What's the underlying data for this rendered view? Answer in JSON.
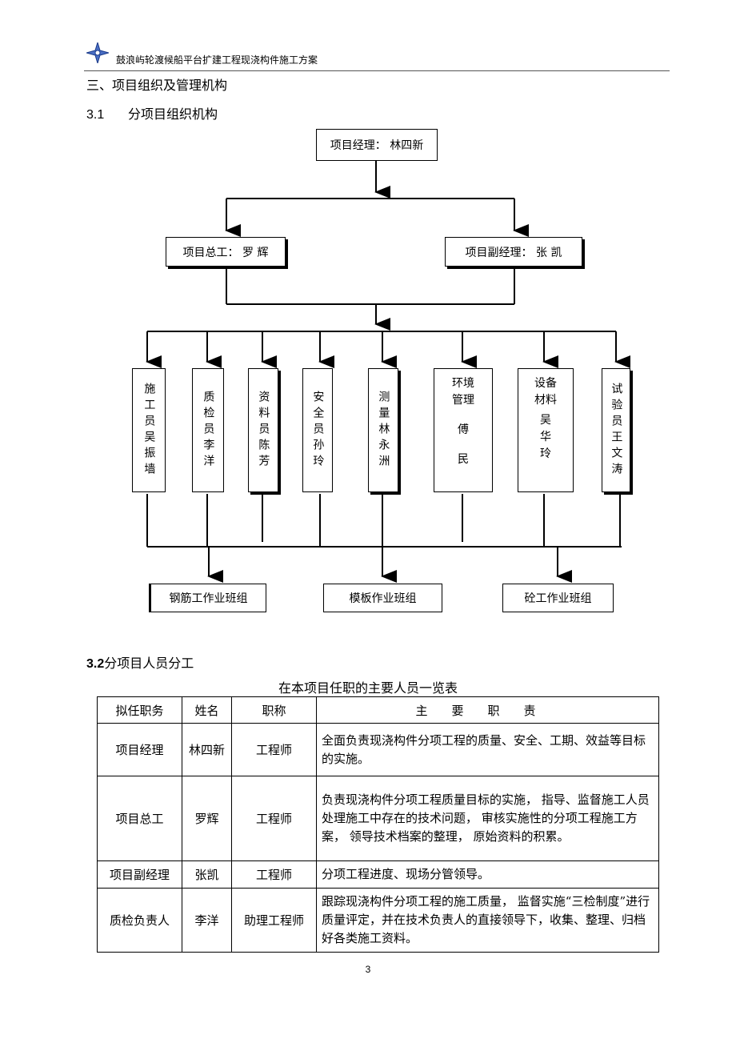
{
  "header": {
    "title": "鼓浪屿轮渡候船平台扩建工程现浇构件施工方案",
    "logo_icon": "compass-star-icon"
  },
  "section": {
    "heading": "三、项目组织及管理机构",
    "sub1_num": "3.1",
    "sub1_title": "分项目组织机构",
    "sub2_num": "3.2",
    "sub2_title": "分项目人员分工"
  },
  "org_chart": {
    "manager": "项目经理： 林四新",
    "chief_engineer": "项目总工： 罗 辉",
    "deputy_manager": "项目副经理： 张 凯",
    "staff": [
      {
        "text": "施工员吴振墙"
      },
      {
        "text": "质检员李洋"
      },
      {
        "text": "资料员陈芳"
      },
      {
        "text": "安全员孙玲"
      },
      {
        "text": "测量林永洲"
      },
      {
        "role": "环境管理",
        "name1": "傅",
        "name2": "民"
      },
      {
        "role": "设备材料",
        "name1": "吴",
        "name2": "华",
        "name3": "玲"
      },
      {
        "text": "试验员王文涛"
      }
    ],
    "teams": [
      "钢筋工作业班组",
      "模板作业班组",
      "砼工作业班组"
    ]
  },
  "table": {
    "caption": "在本项目任职的主要人员一览表",
    "headers": [
      "拟任职务",
      "姓名",
      "职称",
      "主要职责"
    ],
    "rows": [
      {
        "position": "项目经理",
        "name": "林四新",
        "title": "工程师",
        "duty": "全面负责现浇构件分项工程的质量、安全、工期、效益等目标的实施。"
      },
      {
        "position": "项目总工",
        "name": "罗辉",
        "title": "工程师",
        "duty": "负责现浇构件分项工程质量目标的实施， 指导、监督施工人员处理施工中存在的技术问题， 审核实施性的分项工程施工方案， 领导技术档案的整理， 原始资料的积累。"
      },
      {
        "position": "项目副经理",
        "name": "张凯",
        "title": "工程师",
        "duty": "分项工程进度、现场分管领导。"
      },
      {
        "position": "质检负责人",
        "name": "李洋",
        "title": "助理工程师",
        "duty": "跟踪现浇构件分项工程的施工质量， 监督实施“三检制度”进行质量评定，并在技术负责人的直接领导下，收集、整理、归档好各类施工资料。"
      }
    ]
  },
  "page_number": "3"
}
